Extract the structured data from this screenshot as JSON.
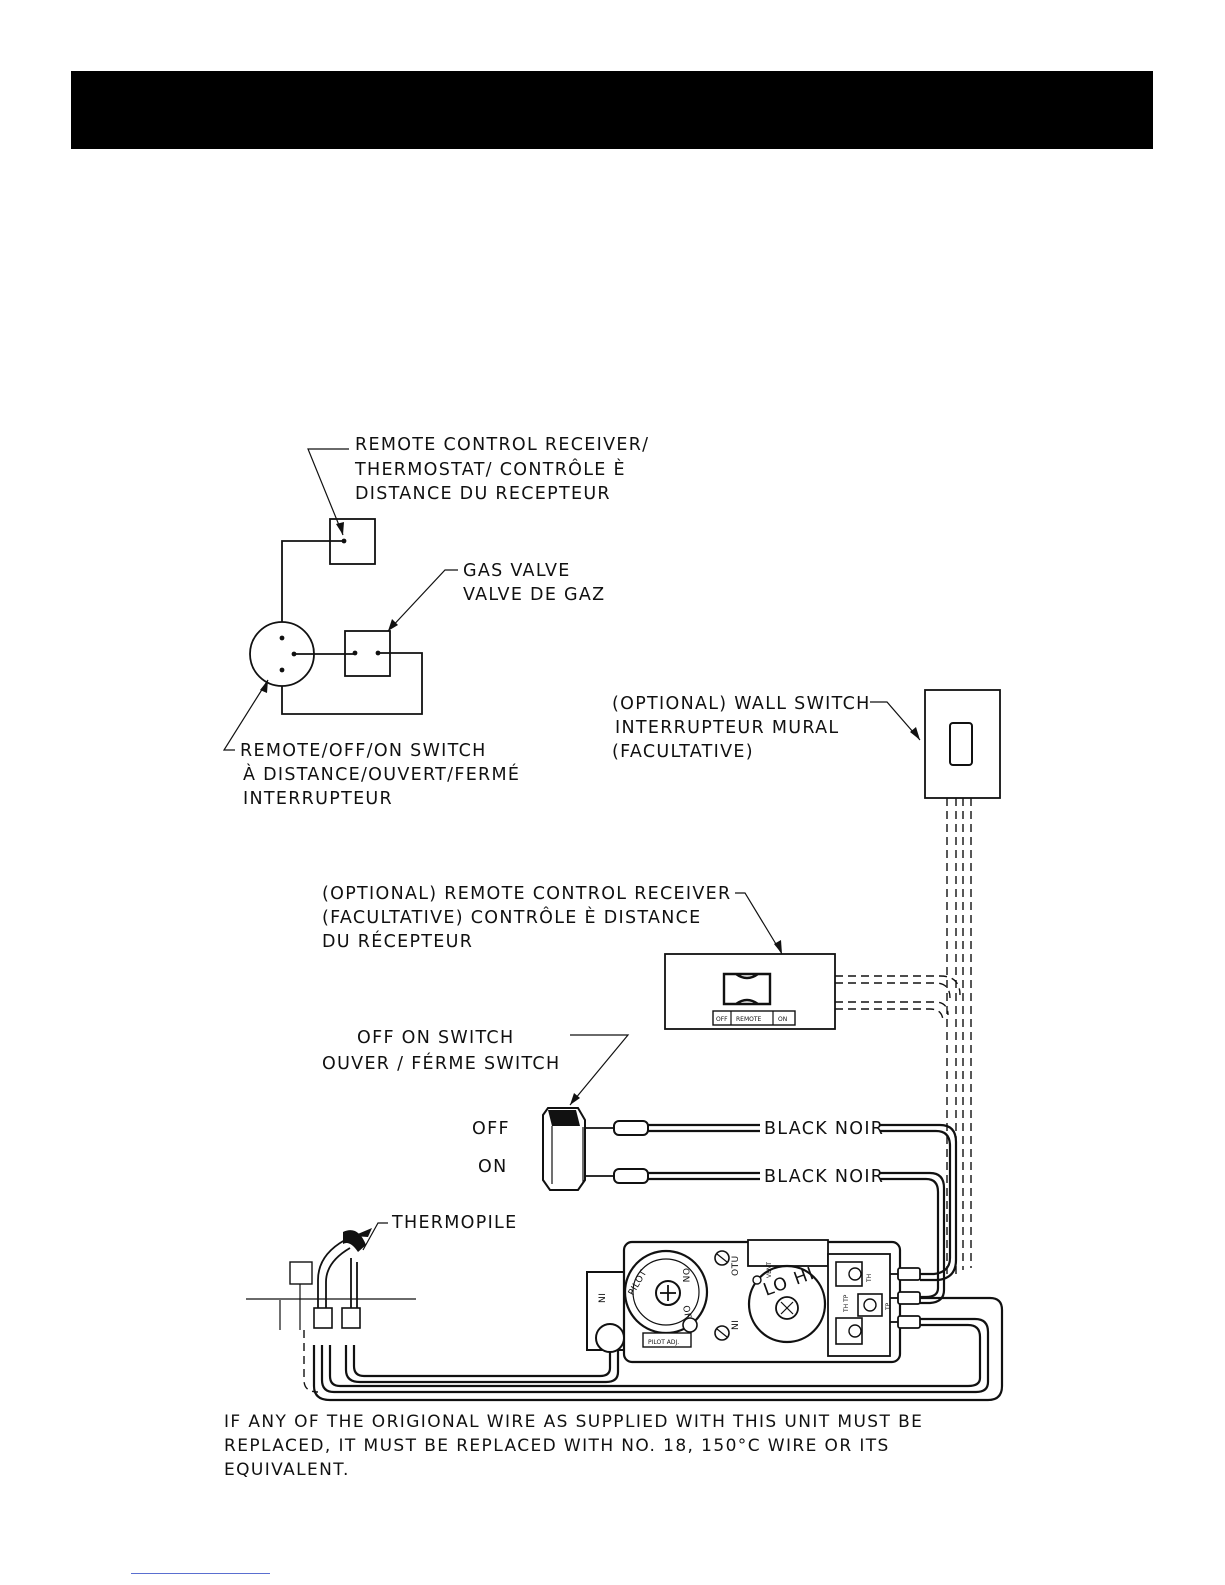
{
  "schematic": {
    "receiver_label": [
      "REMOTE CONTROL RECEIVER/",
      "THERMOSTAT/ CONTRÔLE È",
      "DISTANCE DU RECEPTEUR"
    ],
    "gas_valve_label": [
      "GAS VALVE",
      "VALVE DE GAZ"
    ],
    "switch_label": [
      "REMOTE/OFF/ON SWITCH",
      "À DISTANCE/OUVERT/FERMÉ",
      "INTERRUPTEUR"
    ]
  },
  "wall_switch_label": [
    "(OPTIONAL) WALL SWITCH",
    "INTERRUPTEUR MURAL",
    "(FACULTATIVE)"
  ],
  "remote_receiver_label": [
    "(OPTIONAL) REMOTE CONTROL RECEIVER",
    "(FACULTATIVE) CONTRÔLE È DISTANCE",
    "DU RÉCEPTEUR"
  ],
  "remote_receiver_buttons": [
    "OFF",
    "REMOTE",
    "ON"
  ],
  "off_on_switch_label": [
    "OFF ON SWITCH",
    "OUVER / FÉRME SWITCH"
  ],
  "rocker_positions": {
    "off": "OFF",
    "on": "ON"
  },
  "wire_labels": {
    "top": "BLACK NOIR",
    "bottom": "BLACK NOIR"
  },
  "thermopile_label": "THERMOPILE",
  "valve_markings": {
    "pilot_knob": [
      "ON",
      "PILOT",
      "OFF"
    ],
    "side_tab": "NI",
    "lohi": "LO HI",
    "vent": "VENT",
    "otu": "OTU",
    "ni2": "NI",
    "th": "TH",
    "thtp": "TH TP",
    "tp": "TP",
    "pilot_adj": "PILOT ADJ."
  },
  "note": [
    "IF ANY OF THE ORIGIONAL WIRE AS SUPPLIED WITH THIS UNIT MUST BE",
    "REPLACED, IT MUST BE REPLACED WITH NO. 18, 150°C WIRE OR ITS",
    "EQUIVALENT."
  ]
}
